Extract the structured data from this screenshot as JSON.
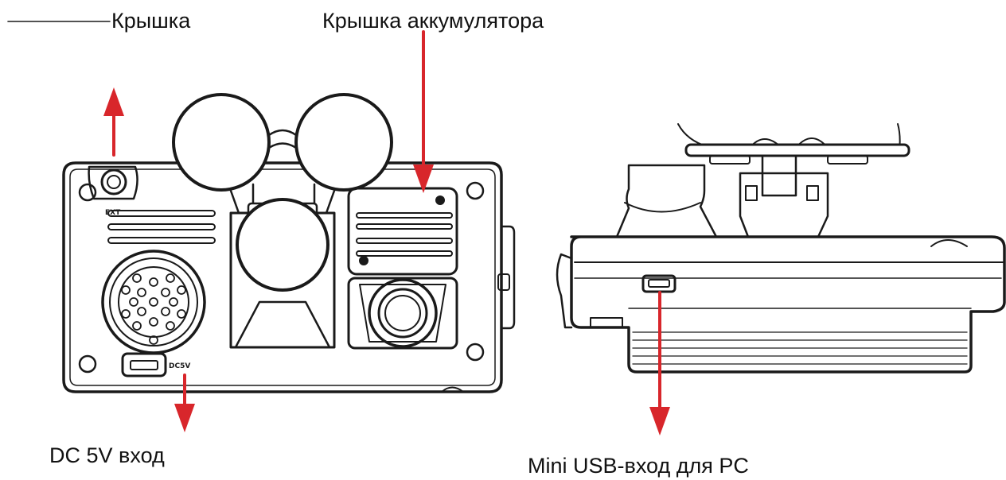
{
  "labels": {
    "cover": "Крышка",
    "battery_cover": "Крышка аккумулятора",
    "dc_input": "DC 5V  вход",
    "usb_input": "Mini USB-вход для PC"
  },
  "device_markings": {
    "button_label": "EXT",
    "port_label": "DC5V"
  },
  "colors": {
    "arrow": "#d8262b",
    "line": "#1a1a1a",
    "background": "#ffffff"
  }
}
